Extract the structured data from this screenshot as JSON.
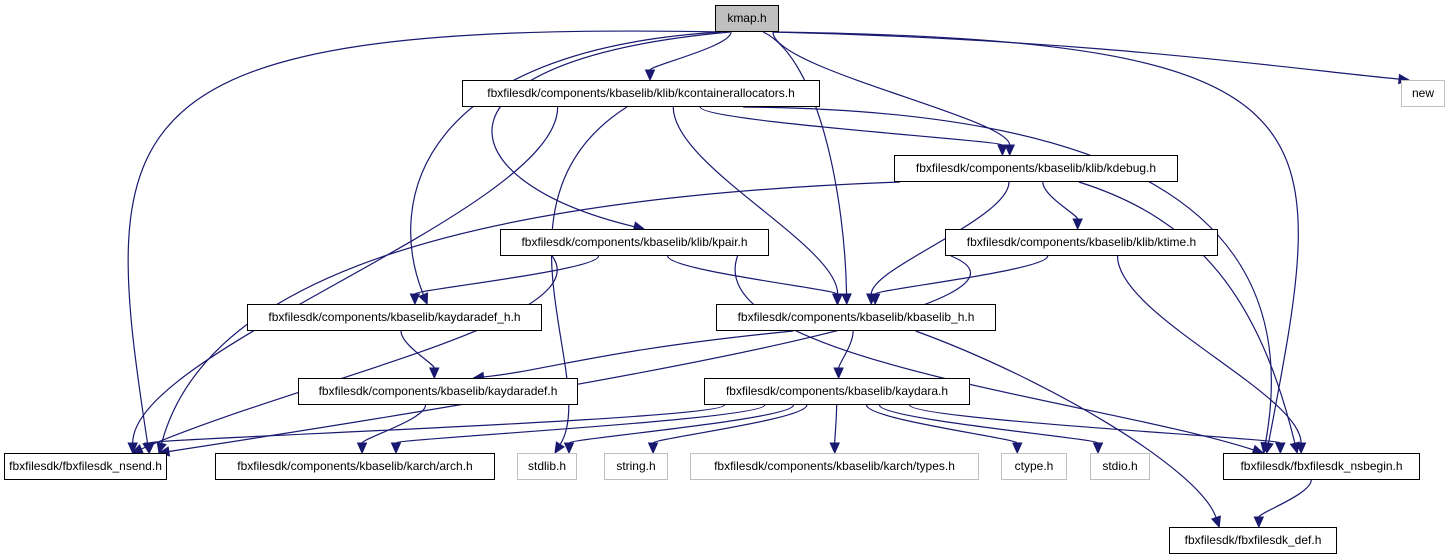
{
  "diagram": {
    "title": "kmap.h include dependency graph",
    "colors": {
      "edge": "#191970",
      "root_fill": "#bfbfbf",
      "external_border": "#bfbfbf",
      "node_border": "#000000"
    },
    "nodes": [
      {
        "id": "kmap",
        "label": "kmap.h",
        "kind": "root"
      },
      {
        "id": "kcontainerallocators",
        "label": "fbxfilesdk/components/kbaselib/klib/kcontainerallocators.h",
        "kind": "internal"
      },
      {
        "id": "new",
        "label": "new",
        "kind": "external"
      },
      {
        "id": "kdebug",
        "label": "fbxfilesdk/components/kbaselib/klib/kdebug.h",
        "kind": "internal"
      },
      {
        "id": "kpair",
        "label": "fbxfilesdk/components/kbaselib/klib/kpair.h",
        "kind": "internal"
      },
      {
        "id": "ktime",
        "label": "fbxfilesdk/components/kbaselib/klib/ktime.h",
        "kind": "internal"
      },
      {
        "id": "kaydaradef_h",
        "label": "fbxfilesdk/components/kbaselib/kaydaradef_h.h",
        "kind": "internal"
      },
      {
        "id": "kbaselib_h",
        "label": "fbxfilesdk/components/kbaselib/kbaselib_h.h",
        "kind": "internal"
      },
      {
        "id": "kaydaradef",
        "label": "fbxfilesdk/components/kbaselib/kaydaradef.h",
        "kind": "internal"
      },
      {
        "id": "kaydara",
        "label": "fbxfilesdk/components/kbaselib/kaydara.h",
        "kind": "internal"
      },
      {
        "id": "nsend",
        "label": "fbxfilesdk/fbxfilesdk_nsend.h",
        "kind": "internal"
      },
      {
        "id": "arch",
        "label": "fbxfilesdk/components/kbaselib/karch/arch.h",
        "kind": "internal"
      },
      {
        "id": "stdlib",
        "label": "stdlib.h",
        "kind": "external"
      },
      {
        "id": "string",
        "label": "string.h",
        "kind": "external"
      },
      {
        "id": "types",
        "label": "fbxfilesdk/components/kbaselib/karch/types.h",
        "kind": "external"
      },
      {
        "id": "ctype",
        "label": "ctype.h",
        "kind": "external"
      },
      {
        "id": "stdio",
        "label": "stdio.h",
        "kind": "external"
      },
      {
        "id": "nsbegin",
        "label": "fbxfilesdk/fbxfilesdk_nsbegin.h",
        "kind": "internal"
      },
      {
        "id": "def",
        "label": "fbxfilesdk/fbxfilesdk_def.h",
        "kind": "internal"
      }
    ],
    "edges": [
      {
        "from": "kmap",
        "to": "kcontainerallocators"
      },
      {
        "from": "kmap",
        "to": "new"
      },
      {
        "from": "kmap",
        "to": "kdebug"
      },
      {
        "from": "kmap",
        "to": "kpair"
      },
      {
        "from": "kmap",
        "to": "kaydaradef_h"
      },
      {
        "from": "kmap",
        "to": "kbaselib_h"
      },
      {
        "from": "kmap",
        "to": "nsend"
      },
      {
        "from": "kmap",
        "to": "nsbegin"
      },
      {
        "from": "kcontainerallocators",
        "to": "kdebug"
      },
      {
        "from": "kcontainerallocators",
        "to": "kbaselib_h"
      },
      {
        "from": "kcontainerallocators",
        "to": "nsend"
      },
      {
        "from": "kcontainerallocators",
        "to": "stdlib"
      },
      {
        "from": "kcontainerallocators",
        "to": "nsbegin"
      },
      {
        "from": "kdebug",
        "to": "ktime"
      },
      {
        "from": "kdebug",
        "to": "kbaselib_h"
      },
      {
        "from": "kdebug",
        "to": "nsend"
      },
      {
        "from": "kdebug",
        "to": "nsbegin"
      },
      {
        "from": "kpair",
        "to": "kaydaradef_h"
      },
      {
        "from": "kpair",
        "to": "kbaselib_h"
      },
      {
        "from": "kpair",
        "to": "nsend"
      },
      {
        "from": "kpair",
        "to": "nsbegin"
      },
      {
        "from": "ktime",
        "to": "kbaselib_h"
      },
      {
        "from": "ktime",
        "to": "nsend"
      },
      {
        "from": "ktime",
        "to": "nsbegin"
      },
      {
        "from": "kaydaradef_h",
        "to": "kaydaradef"
      },
      {
        "from": "kbaselib_h",
        "to": "kaydaradef"
      },
      {
        "from": "kbaselib_h",
        "to": "kaydara"
      },
      {
        "from": "kbaselib_h",
        "to": "def"
      },
      {
        "from": "kaydaradef",
        "to": "arch"
      },
      {
        "from": "kaydara",
        "to": "nsend"
      },
      {
        "from": "kaydara",
        "to": "arch"
      },
      {
        "from": "kaydara",
        "to": "stdlib"
      },
      {
        "from": "kaydara",
        "to": "string"
      },
      {
        "from": "kaydara",
        "to": "types"
      },
      {
        "from": "kaydara",
        "to": "ctype"
      },
      {
        "from": "kaydara",
        "to": "stdio"
      },
      {
        "from": "kaydara",
        "to": "nsbegin"
      },
      {
        "from": "nsbegin",
        "to": "def"
      }
    ]
  }
}
